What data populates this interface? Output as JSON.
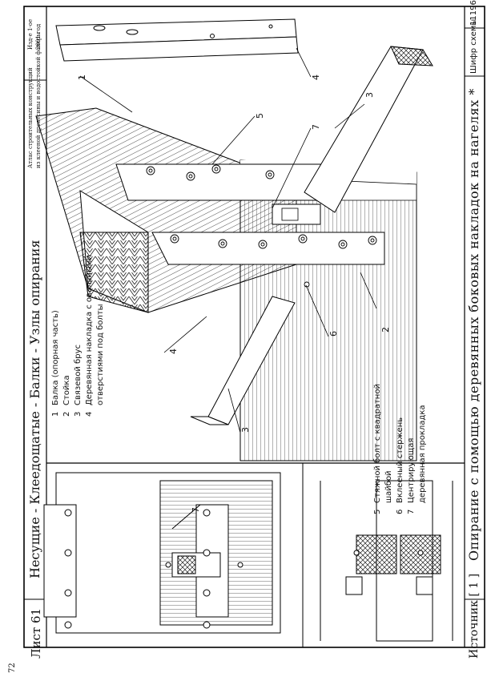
{
  "header": {
    "source_label": "Источник [ 1 ]",
    "title": "Опирание с помощью деревянных боковых накладок на нагелях *",
    "scheme_code_label": "Шифр схемы",
    "scheme_code": "11196"
  },
  "footer": {
    "sheet_label": "Лист 61",
    "section_title": "Несущие - Клеедощатые - Балки - Узлы опирания",
    "atlas_line1": "Атлас строительных конструкций",
    "atlas_line2": "из клееной древесины и водостойкой фанеры",
    "edition_line1": "Изд-е 1-ое",
    "edition_line2": "2001 год"
  },
  "page_number": "72",
  "legend": [
    {
      "num": "1",
      "text": "Балка (опорная часть)"
    },
    {
      "num": "2",
      "text": "Стойка"
    },
    {
      "num": "3",
      "text": "Связевой брус"
    },
    {
      "num": "4",
      "text": "Деревянная накладка с овальными"
    },
    {
      "num": "",
      "text": "отверстиями под болты"
    }
  ],
  "legend2": [
    {
      "num": "5",
      "text": "Стяжной болт с квадратной"
    },
    {
      "num": "",
      "text": "шайбой"
    },
    {
      "num": "6",
      "text": "Вклееный стержень"
    },
    {
      "num": "7",
      "text": "Центрирующая"
    },
    {
      "num": "",
      "text": "деревянная прокладка"
    }
  ],
  "callouts": {
    "c1": "1",
    "c2": "2",
    "c3a": "3",
    "c3b": "3",
    "c4a": "4",
    "c4b": "4",
    "c5": "5",
    "c6": "6",
    "c7a": "7",
    "c7b": "7"
  }
}
